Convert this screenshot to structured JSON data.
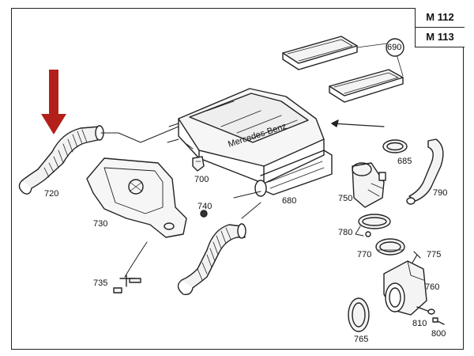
{
  "diagram": {
    "models": [
      "M 112",
      "M 113"
    ],
    "parts": [
      {
        "id": "690",
        "label": "690",
        "circled": true
      },
      {
        "id": "685",
        "label": "685"
      },
      {
        "id": "680",
        "label": "680"
      },
      {
        "id": "700",
        "label": "700"
      },
      {
        "id": "720",
        "label": "720",
        "highlighted": true
      },
      {
        "id": "730",
        "label": "730"
      },
      {
        "id": "735",
        "label": "735"
      },
      {
        "id": "740",
        "label": "740"
      },
      {
        "id": "750",
        "label": "750"
      },
      {
        "id": "760",
        "label": "760"
      },
      {
        "id": "765",
        "label": "765"
      },
      {
        "id": "770",
        "label": "770"
      },
      {
        "id": "775",
        "label": "775"
      },
      {
        "id": "780",
        "label": "780"
      },
      {
        "id": "790",
        "label": "790"
      },
      {
        "id": "800",
        "label": "800"
      },
      {
        "id": "810",
        "label": "810"
      }
    ],
    "housing_text": "Mercedes-Benz",
    "colors": {
      "arrow": "#b3201a",
      "line": "#222222",
      "fill": "#f4f4f4"
    }
  }
}
